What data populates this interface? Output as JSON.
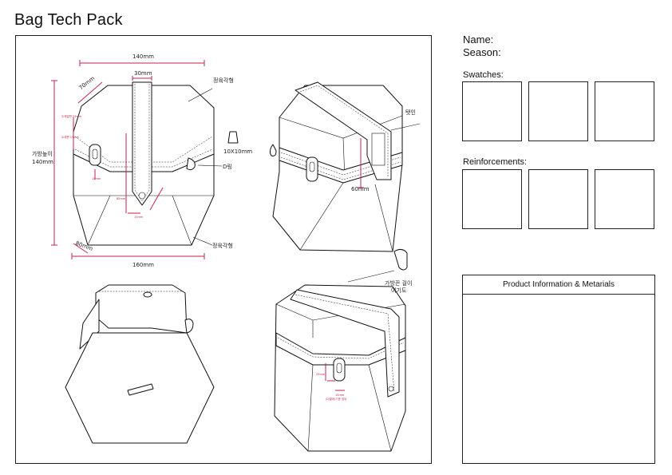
{
  "title": "Bag Tech Pack",
  "meta": {
    "name_label": "Name:",
    "season_label": "Season:"
  },
  "swatches": {
    "label": "Swatches:",
    "count": 3
  },
  "reinforcements": {
    "label": "Reinforcements:",
    "count": 3
  },
  "product_info": {
    "header": "Product Information & Metarials"
  },
  "annotations": {
    "dim_top_width": "140mm",
    "dim_strap_width": "30mm",
    "dim_side_depth": "70mm",
    "dim_height": "가방높이\n140mm",
    "dim_height_line1": "가방높이",
    "dim_height_line2": "140mm",
    "dim_bottom_depth": "80mm",
    "dim_bottom_width": "160mm",
    "label_hex_top": "정육각형",
    "label_hex_bottom": "정육각형",
    "label_clip_size": "10X10mm",
    "label_d_ring": "D링",
    "label_tab": "탯인",
    "dim_front_height": "60mm",
    "label_hook_line1": "가방끈 걸이",
    "label_hook_line2": "여기도",
    "small_1": "두께앞판\n25mm",
    "small_2": "두께판 \n15mm",
    "small_3": "15mm",
    "small_4": "85mm",
    "small_5": "15mm",
    "small_6": "25mm",
    "small_7": "15mm",
    "small_8": "15mm",
    "small_9": "(더짧게)기준 앞뒤"
  }
}
